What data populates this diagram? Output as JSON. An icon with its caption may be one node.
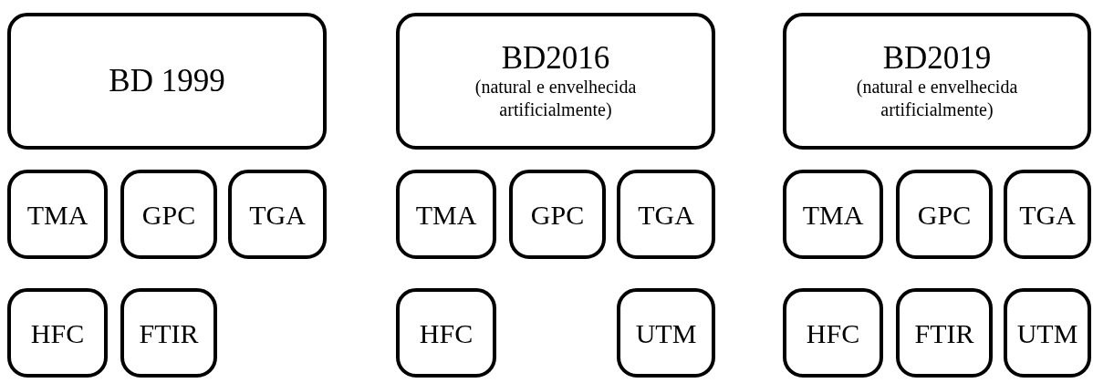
{
  "diagram": {
    "nodes": [
      {
        "text": [
          "BD 1999"
        ]
      },
      {
        "text": [
          "TMA"
        ]
      },
      {
        "text": [
          "GPC"
        ]
      },
      {
        "text": [
          "TGA"
        ]
      },
      {
        "text": [
          "HFC"
        ]
      },
      {
        "text": [
          "FTIR"
        ]
      },
      {
        "text": [
          "BD2016",
          "(natural e envelhecida artificialmente)"
        ]
      },
      {
        "text": [
          "TMA"
        ]
      },
      {
        "text": [
          "GPC"
        ]
      },
      {
        "text": [
          "TGA"
        ]
      },
      {
        "text": [
          "HFC"
        ]
      },
      {
        "text": [
          "UTM"
        ]
      },
      {
        "text": [
          "BD2019",
          "(natural e envelhecida artificialmente)"
        ]
      },
      {
        "text": [
          "TMA"
        ]
      },
      {
        "text": [
          "GPC"
        ]
      },
      {
        "text": [
          "TGA"
        ]
      },
      {
        "text": [
          "HFC"
        ]
      },
      {
        "text": [
          "FTIR"
        ]
      },
      {
        "text": [
          "UTM"
        ]
      }
    ]
  }
}
